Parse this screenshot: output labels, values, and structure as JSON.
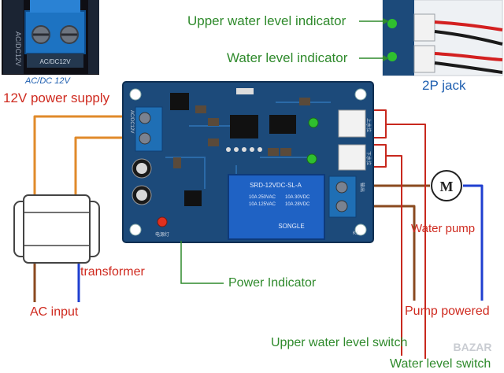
{
  "labels": {
    "upper_indicator": "Upper water level indicator",
    "water_indicator": "Water level indicator",
    "jack": "2P jack",
    "power_supply": "12V power supply",
    "transformer": "transformer",
    "ac_input": "AC input",
    "power_indicator": "Power Indicator",
    "water_pump": "Water pump",
    "pump_powered": "Pump powered",
    "upper_switch": "Upper water level switch",
    "water_switch": "Water level switch"
  },
  "inset_terminal": {
    "caption": "AC/DC 12V",
    "side_text": "AC/DC12V",
    "bottom_text": "AC/DC12V"
  },
  "board": {
    "relay_brand": "SONGLE",
    "relay_model": "SRD-12VDC-SL-A",
    "relay_rating_1": "10A 250VAC",
    "relay_rating_2": "10A 125VAC",
    "relay_rating_3": "10A 30VDC",
    "relay_rating_4": "10A 28VDC",
    "power_led_label": "电源灯",
    "terminal_label": "AC/DC12V",
    "output_label": "输出",
    "upper_label": "上水位",
    "lower_label": "下水位",
    "k1": "K1"
  },
  "motor_symbol": "M",
  "watermark": "BAZAR",
  "colors": {
    "pcb": "#1c4a7a",
    "terminal_blue": "#1f6fb5",
    "wire_orange": "#e08a2a",
    "wire_brown": "#8a4a1f",
    "wire_blue": "#1f3fd0",
    "wire_red": "#c8281e",
    "led_green": "#2fbf2f",
    "led_red": "#e0301e"
  }
}
